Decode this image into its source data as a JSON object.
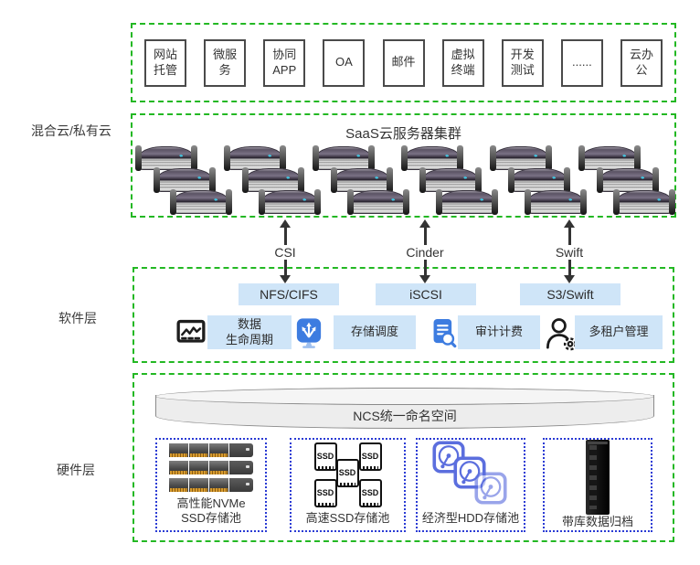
{
  "side_labels": {
    "cloud": "混合云/私有云",
    "software": "软件层",
    "hardware": "硬件层"
  },
  "apps": {
    "items": [
      "网站托管",
      "微服务",
      "协同APP",
      "OA",
      "邮件",
      "虚拟终端",
      "开发测试",
      "......",
      "云办公"
    ]
  },
  "saas_cluster": {
    "title": "SaaS云服务器集群"
  },
  "connectors": [
    {
      "label": "CSI"
    },
    {
      "label": "Cinder"
    },
    {
      "label": "Swift"
    }
  ],
  "software_layer": {
    "protocols": [
      "NFS/CIFS",
      "iSCSI",
      "S3/Swift"
    ],
    "features": [
      {
        "icon": "data-lifecycle-icon",
        "line1": "数据",
        "line2": "生命周期"
      },
      {
        "icon": "storage-scheduling-icon",
        "line1": "存储调度",
        "line2": ""
      },
      {
        "icon": "audit-billing-icon",
        "line1": "审计计费",
        "line2": ""
      },
      {
        "icon": "multi-tenant-icon",
        "line1": "多租户管理",
        "line2": ""
      }
    ]
  },
  "hardware_layer": {
    "namespace": "NCS统一命名空间",
    "pools": [
      {
        "line1": "高性能NVMe",
        "line2": "SSD存储池"
      },
      {
        "line1": "高速SSD存储池",
        "line2": "",
        "chip_text": "SSD"
      },
      {
        "line1": "经济型HDD存储池",
        "line2": ""
      },
      {
        "line1": "带库数据归档",
        "line2": ""
      }
    ]
  },
  "colors": {
    "layer_border_green": "#23b823",
    "pool_border_blue": "#2a3bd4",
    "label_fill_blue": "#cfe5f8",
    "icon_blue": "#3d7ce0",
    "arrow": "#333333"
  }
}
